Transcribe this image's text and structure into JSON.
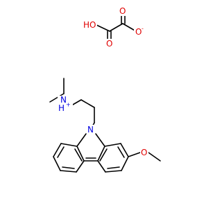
{
  "colors": {
    "background": "#ffffff",
    "bond": "#000000",
    "oxygen": "#e00000",
    "nitrogen": "#0000e0"
  },
  "labels": {
    "hydroxyl": "HO",
    "carbonyl_o1": "O",
    "carbonyl_o2": "O",
    "oxide_o": "O",
    "oxide_charge": "-",
    "ammonium_n": "N",
    "ammonium_h": "H",
    "ammonium_charge": "+",
    "carbazole_n": "N",
    "methoxy_o": "O"
  }
}
